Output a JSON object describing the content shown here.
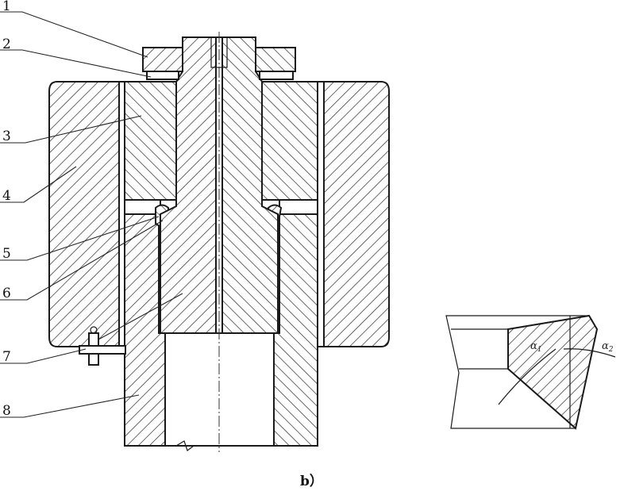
{
  "callouts": [
    {
      "number": "1"
    },
    {
      "number": "2"
    },
    {
      "number": "3"
    },
    {
      "number": "4"
    },
    {
      "number": "5"
    },
    {
      "number": "6"
    },
    {
      "number": "7"
    },
    {
      "number": "8"
    }
  ],
  "caption": "b）",
  "detail": {
    "alpha1": "α",
    "alpha1_sub": "1",
    "alpha2": "α",
    "alpha2_sub": "2"
  },
  "colors": {
    "line": "#1a1a1a",
    "background": "#ffffff"
  }
}
